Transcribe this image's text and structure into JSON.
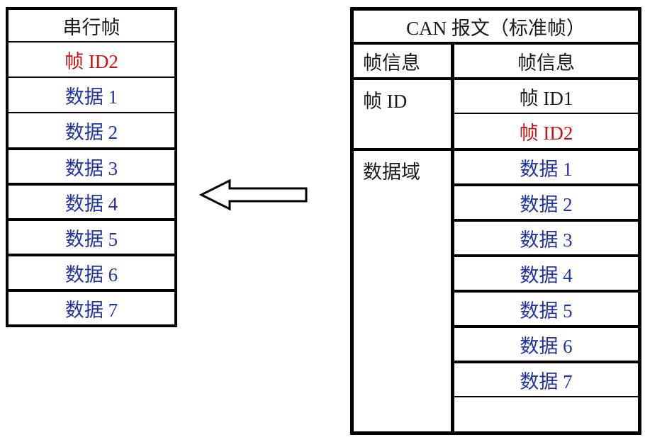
{
  "colors": {
    "red": "#cc1111",
    "blue": "#2233aa",
    "black": "#1a1a1a"
  },
  "left_table": {
    "title": "串行帧",
    "rows": [
      {
        "label": "帧 ID2",
        "color": "red"
      },
      {
        "label": "数据 1",
        "color": "blue"
      },
      {
        "label": "数据 2",
        "color": "blue"
      },
      {
        "label": "数据 3",
        "color": "blue"
      },
      {
        "label": "数据 4",
        "color": "blue"
      },
      {
        "label": "数据 5",
        "color": "blue"
      },
      {
        "label": "数据 6",
        "color": "blue"
      },
      {
        "label": "数据 7",
        "color": "blue"
      }
    ]
  },
  "arrow": {
    "icon": "left-block-arrow-icon",
    "direction": "left"
  },
  "right_table": {
    "title": "CAN 报文（标准帧）",
    "left_column": [
      {
        "label": "帧信息",
        "color": "black"
      },
      {
        "label": "帧 ID",
        "color": "black"
      },
      {
        "label": "数据域",
        "color": "black"
      }
    ],
    "right_column": [
      {
        "label": "帧信息",
        "color": "black"
      },
      {
        "label": "帧 ID1",
        "color": "black"
      },
      {
        "label": "帧 ID2",
        "color": "red"
      },
      {
        "label": "数据 1",
        "color": "blue"
      },
      {
        "label": "数据 2",
        "color": "blue"
      },
      {
        "label": "数据 3",
        "color": "blue"
      },
      {
        "label": "数据 4",
        "color": "blue"
      },
      {
        "label": "数据 5",
        "color": "blue"
      },
      {
        "label": "数据 6",
        "color": "blue"
      },
      {
        "label": "数据 7",
        "color": "blue"
      },
      {
        "label": "",
        "color": "black"
      }
    ]
  }
}
